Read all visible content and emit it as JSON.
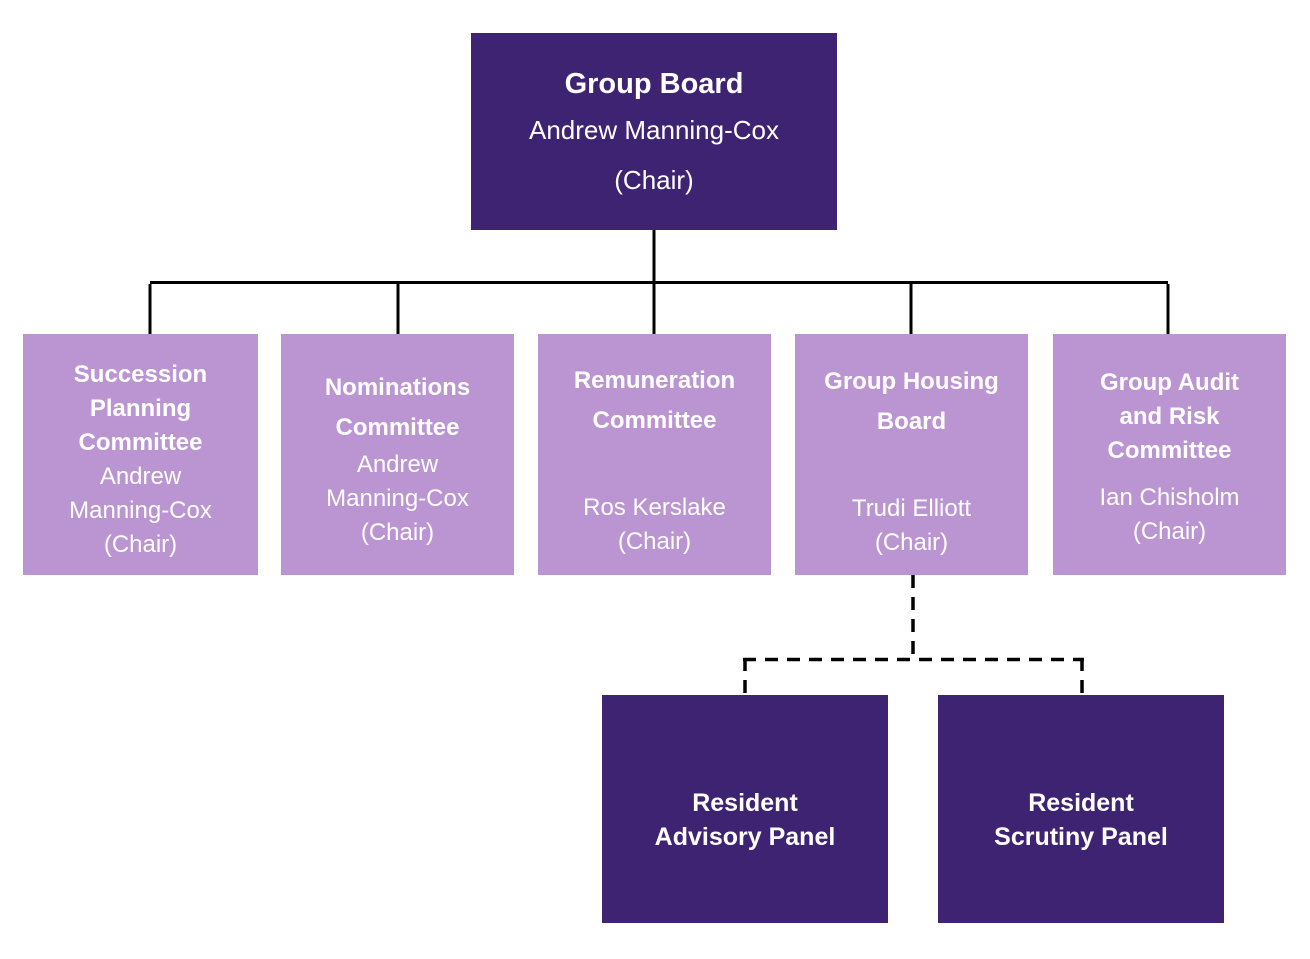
{
  "colors": {
    "dark_purple": "#3F2373",
    "light_purple": "#BB94D2",
    "connector_black": "#000000",
    "text_white": "#FFFFFF",
    "background": "#FFFFFF"
  },
  "root": {
    "id": "group-board",
    "title": "Group Board",
    "name": "Andrew Manning-Cox",
    "role": "(Chair)"
  },
  "committees": [
    {
      "id": "succession-planning-committee",
      "title_lines": [
        "Succession",
        "Planning",
        "Committee"
      ],
      "name_lines": [
        "Andrew",
        "Manning-Cox",
        "(Chair)"
      ]
    },
    {
      "id": "nominations-committee",
      "title_lines": [
        "Nominations",
        "Committee"
      ],
      "name_lines": [
        "Andrew",
        "Manning-Cox",
        "(Chair)"
      ]
    },
    {
      "id": "remuneration-committee",
      "title_lines": [
        "Remuneration",
        "Committee"
      ],
      "name_lines": [
        "Ros Kerslake",
        "(Chair)"
      ]
    },
    {
      "id": "group-housing-board",
      "title_lines": [
        "Group Housing",
        "Board"
      ],
      "name_lines": [
        "Trudi Elliott",
        "(Chair)"
      ]
    },
    {
      "id": "group-audit-and-risk-committee",
      "title_lines": [
        "Group Audit",
        "and Risk",
        "Committee"
      ],
      "name_lines": [
        "Ian Chisholm",
        "(Chair)"
      ]
    }
  ],
  "panels": [
    {
      "id": "resident-advisory-panel",
      "title_lines": [
        "Resident",
        "Advisory Panel"
      ]
    },
    {
      "id": "resident-scrutiny-panel",
      "title_lines": [
        "Resident",
        "Scrutiny Panel"
      ]
    }
  ],
  "edges": [
    {
      "from": "group-board",
      "to": "succession-planning-committee",
      "style": "solid"
    },
    {
      "from": "group-board",
      "to": "nominations-committee",
      "style": "solid"
    },
    {
      "from": "group-board",
      "to": "remuneration-committee",
      "style": "solid"
    },
    {
      "from": "group-board",
      "to": "group-housing-board",
      "style": "solid"
    },
    {
      "from": "group-board",
      "to": "group-audit-and-risk-committee",
      "style": "solid"
    },
    {
      "from": "group-housing-board",
      "to": "resident-advisory-panel",
      "style": "dashed"
    },
    {
      "from": "group-housing-board",
      "to": "resident-scrutiny-panel",
      "style": "dashed"
    }
  ]
}
